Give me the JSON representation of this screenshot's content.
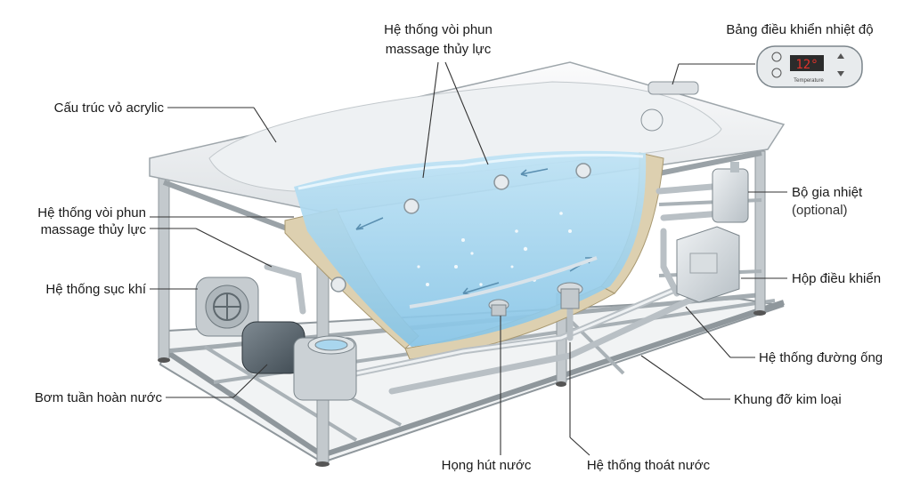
{
  "labels": {
    "jets_top_line1": "Hệ thống vòi phun",
    "jets_top_line2": "massage thủy lực",
    "control_panel_title": "Bảng điều khiển nhiệt độ",
    "acrylic_shell": "Cấu trúc vỏ acrylic",
    "jets_left_line1": "Hệ thống vòi phun",
    "jets_left_line2": "massage thủy lực",
    "aeration": "Hệ thống sục khí",
    "circulation_pump": "Bơm tuần hoàn nước",
    "heater": "Bộ gia nhiệt",
    "heater_note": "(optional)",
    "control_box": "Hộp điều khiển",
    "piping": "Hệ thống đường ống",
    "frame": "Khung đỡ kim loại",
    "suction": "Họng hút nước",
    "drain": "Hệ thống thoát nước"
  },
  "panel": {
    "display": "12°",
    "caption": "Temperature"
  },
  "colors": {
    "water": "#a9d6ee",
    "water_deep": "#7fc0e4",
    "shell": "#f4f5f6",
    "fiberglass": "#ddd0b0",
    "metal": "#c9cfd3",
    "display_red": "#e0322b"
  },
  "icons": [
    "power-icon",
    "up-arrow-icon",
    "down-arrow-icon",
    "fan-icon"
  ]
}
